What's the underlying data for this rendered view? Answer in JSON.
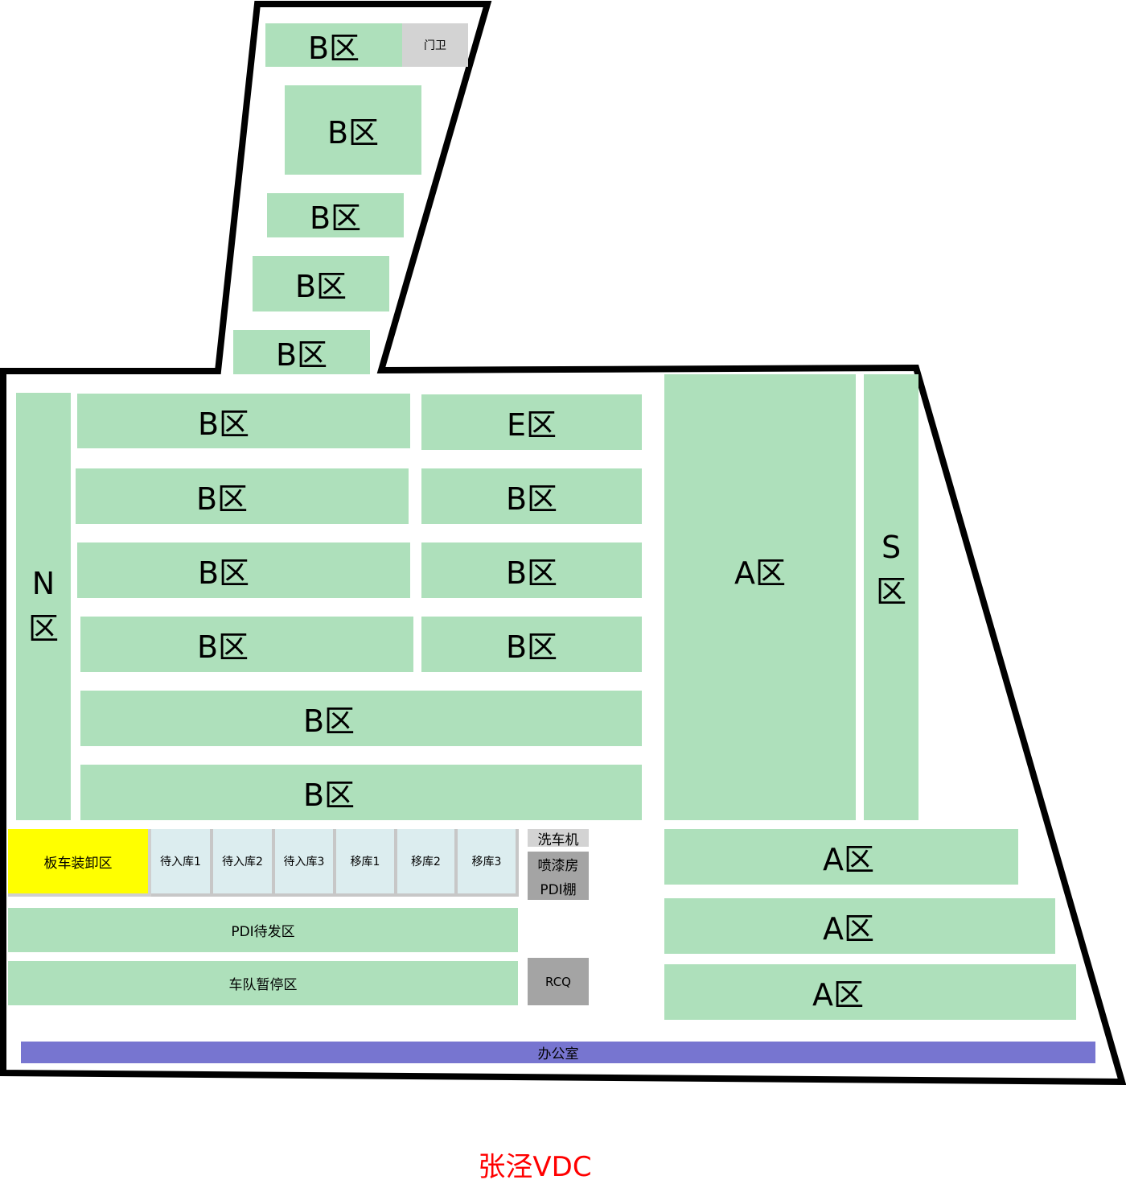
{
  "map": {
    "title": "张泾VDC",
    "colors": {
      "zone_green": "#aee0bb",
      "gate_grey": "#d3d3d3",
      "service_grey": "#a4a4a4",
      "loading_yellow": "#ffff00",
      "queue_blue": "#dcedef",
      "office_purple": "#7775d0",
      "title_red": "#ff0000",
      "outline": "#000000"
    },
    "north_wing": {
      "gate": "门卫",
      "zones": [
        "B区",
        "B区",
        "B区",
        "B区",
        "B区"
      ]
    },
    "n_zone": {
      "letter": "N",
      "suffix": "区"
    },
    "b_left_rows": [
      "B区",
      "B区",
      "B区",
      "B区"
    ],
    "right_col": [
      "E区",
      "B区",
      "B区",
      "B区"
    ],
    "wide_rows": [
      "B区",
      "B区"
    ],
    "a_big": "A区",
    "s_zone": {
      "letter": "S",
      "suffix": "区"
    },
    "a_rows": [
      "A区",
      "A区",
      "A区"
    ],
    "loading": "板车装卸区",
    "queue": [
      "待入库1",
      "待入库2",
      "待入库3",
      "移库1",
      "移库2",
      "移库3"
    ],
    "services": {
      "wash": "洗车机",
      "paint": "喷漆房",
      "pdi_shed": "PDI棚",
      "rcq": "RCQ"
    },
    "pdi_dispatch": "PDI待发区",
    "fleet_parking": "车队暂停区",
    "office": "办公室"
  }
}
